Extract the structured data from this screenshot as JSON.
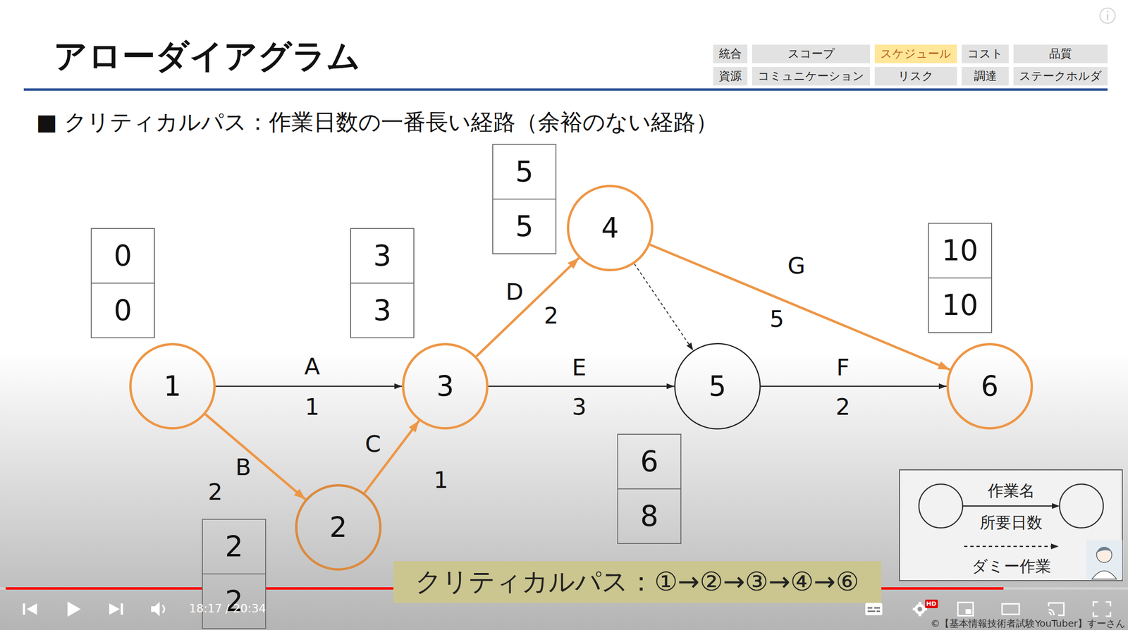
{
  "diagram": {
    "title": "アローダイアグラム",
    "caption": "クリティカルパス：①→②→③→④→⑥",
    "nodes": [
      {
        "text": [
          "統合"
        ]
      },
      {
        "text": [
          "スコープ"
        ]
      },
      {
        "text": [
          "スケジュール"
        ]
      },
      {
        "text": [
          "コスト"
        ]
      },
      {
        "text": [
          "品質"
        ]
      },
      {
        "text": [
          "資源"
        ]
      },
      {
        "text": [
          "コミュニケーション"
        ]
      },
      {
        "text": [
          "リスク"
        ]
      },
      {
        "text": [
          "調達"
        ]
      },
      {
        "text": [
          "ステークホルダ"
        ]
      },
      {
        "text": [
          "1"
        ]
      },
      {
        "text": [
          "2"
        ]
      },
      {
        "text": [
          "3"
        ]
      },
      {
        "text": [
          "4"
        ]
      },
      {
        "text": [
          "5"
        ]
      },
      {
        "text": [
          "6"
        ]
      },
      {
        "text": [
          "0",
          "0"
        ]
      },
      {
        "text": [
          "2",
          "2"
        ]
      },
      {
        "text": [
          "3",
          "3"
        ]
      },
      {
        "text": [
          "5",
          "5"
        ]
      },
      {
        "text": [
          "6",
          "8"
        ]
      },
      {
        "text": [
          "10",
          "10"
        ]
      }
    ],
    "edges": [
      {
        "from": 10,
        "to": 12,
        "label": "A",
        "arrow": "to"
      },
      {
        "from": 10,
        "to": 11,
        "label": "B",
        "arrow": "to"
      },
      {
        "from": 11,
        "to": 12,
        "label": "C",
        "arrow": "to"
      },
      {
        "from": 12,
        "to": 13,
        "label": "D",
        "arrow": "to"
      },
      {
        "from": 12,
        "to": 14,
        "label": "E",
        "arrow": "to"
      },
      {
        "from": 13,
        "to": 14,
        "arrow": "to"
      },
      {
        "from": 13,
        "to": 15,
        "label": "G",
        "arrow": "to"
      },
      {
        "from": 14,
        "to": 15,
        "label": "F",
        "arrow": "to"
      }
    ],
    "labels": [
      "■ クリティカルパス：作業日数の一番長い経路（余裕のない経路）",
      "1",
      "2",
      "1",
      "2",
      "3",
      "5",
      "2",
      "18:17 / 20:34",
      "HD",
      "©【基本情報技術者試験YouTuber】すーさん"
    ],
    "legend": [
      {
        "text": "作業名"
      },
      {
        "text": "所要日数"
      },
      {
        "text": "ダミー作業"
      }
    ]
  }
}
